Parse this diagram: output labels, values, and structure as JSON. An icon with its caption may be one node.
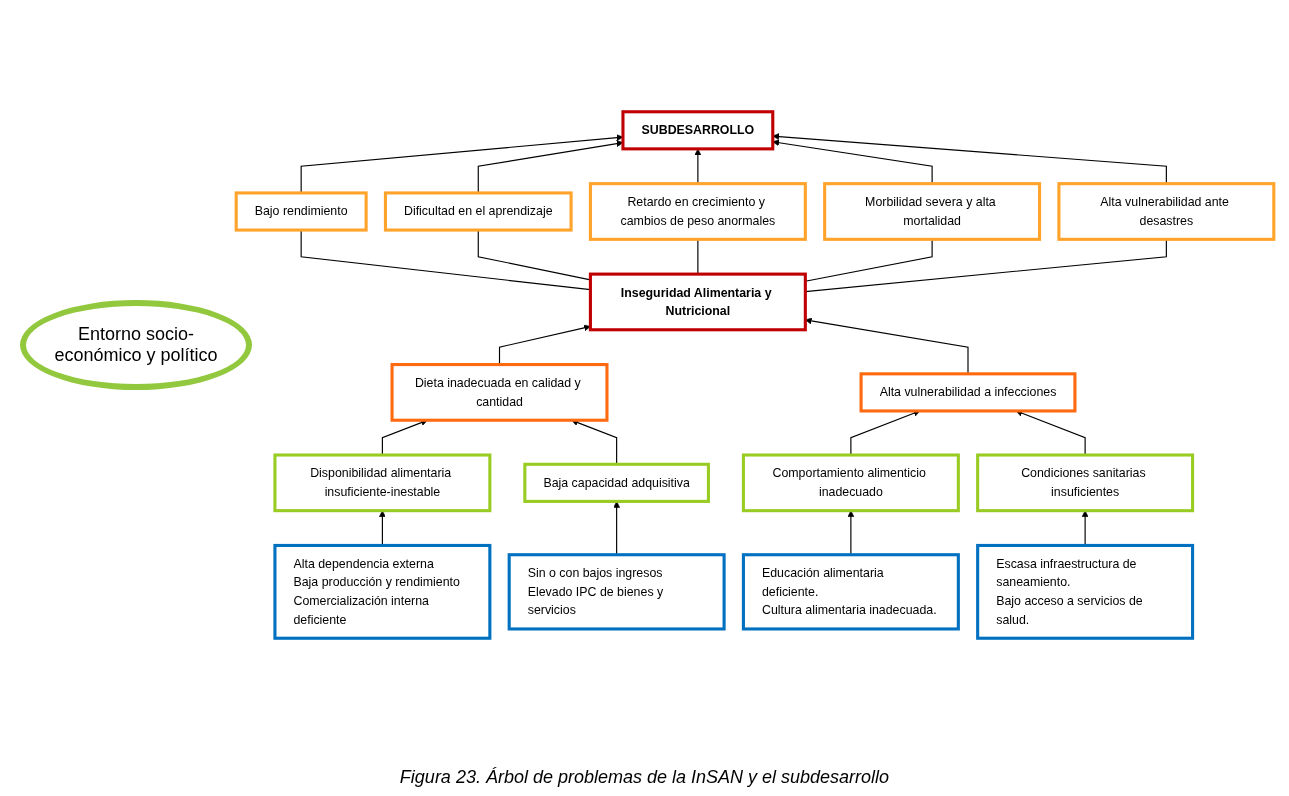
{
  "diagram": {
    "caption": "Figura 23. Árbol de problemas de la InSAN y el subdesarrollo",
    "nodes": [
      {
        "text": [
          "SUBDESARROLLO"
        ]
      },
      {
        "text": [
          "Bajo rendimiento"
        ]
      },
      {
        "text": [
          "Dificultad en el aprendizaje"
        ]
      },
      {
        "text": [
          "Retardo en crecimiento y cambios de peso anormales"
        ]
      },
      {
        "text": [
          "Morbilidad severa y alta mortalidad"
        ]
      },
      {
        "text": [
          "Alta vulnerabilidad ante desastres"
        ]
      },
      {
        "text": [
          "Inseguridad Alimentaria y Nutricional"
        ]
      },
      {
        "text": [
          "Dieta inadecuada en calidad y cantidad"
        ]
      },
      {
        "text": [
          "Alta vulnerabilidad a infecciones"
        ]
      },
      {
        "text": [
          "Disponibilidad alimentaria insuficiente-inestable"
        ]
      },
      {
        "text": [
          "Baja capacidad adquisitiva"
        ]
      },
      {
        "text": [
          "Comportamiento alimenticio inadecuado"
        ]
      },
      {
        "text": [
          "Condiciones sanitarias insuficientes"
        ]
      },
      {
        "text": [
          "Alta dependencia externa",
          "Baja producción y rendimiento",
          "Comercialización interna deficiente"
        ]
      },
      {
        "text": [
          "Sin o con bajos ingresos",
          "Elevado IPC de bienes y servicios"
        ]
      },
      {
        "text": [
          "Educación alimentaria deficiente.",
          "Cultura alimentaria inadecuada."
        ]
      },
      {
        "text": [
          "Escasa infraestructura de saneamiento.",
          "Bajo acceso a servicios de salud."
        ]
      }
    ],
    "edges": [
      {
        "from": 1,
        "to": 0,
        "arrow": "to"
      },
      {
        "from": 2,
        "to": 0,
        "arrow": "to"
      },
      {
        "from": 3,
        "to": 0,
        "arrow": "to"
      },
      {
        "from": 4,
        "to": 0,
        "arrow": "to"
      },
      {
        "from": 5,
        "to": 0,
        "arrow": "to"
      },
      {
        "from": 6,
        "to": 1,
        "arrow": "none"
      },
      {
        "from": 6,
        "to": 2,
        "arrow": "none"
      },
      {
        "from": 6,
        "to": 3,
        "arrow": "none"
      },
      {
        "from": 6,
        "to": 4,
        "arrow": "none"
      },
      {
        "from": 6,
        "to": 5,
        "arrow": "none"
      },
      {
        "from": 7,
        "to": 6,
        "arrow": "to"
      },
      {
        "from": 8,
        "to": 6,
        "arrow": "to"
      },
      {
        "from": 9,
        "to": 7,
        "arrow": "to"
      },
      {
        "from": 10,
        "to": 7,
        "arrow": "to"
      },
      {
        "from": 11,
        "to": 8,
        "arrow": "to"
      },
      {
        "from": 12,
        "to": 8,
        "arrow": "to"
      },
      {
        "from": 13,
        "to": 9,
        "arrow": "to"
      },
      {
        "from": 14,
        "to": 10,
        "arrow": "to"
      },
      {
        "from": 15,
        "to": 11,
        "arrow": "to"
      },
      {
        "from": 16,
        "to": 12,
        "arrow": "to"
      }
    ],
    "labels": [
      "Entorno socio-económico y político"
    ]
  }
}
